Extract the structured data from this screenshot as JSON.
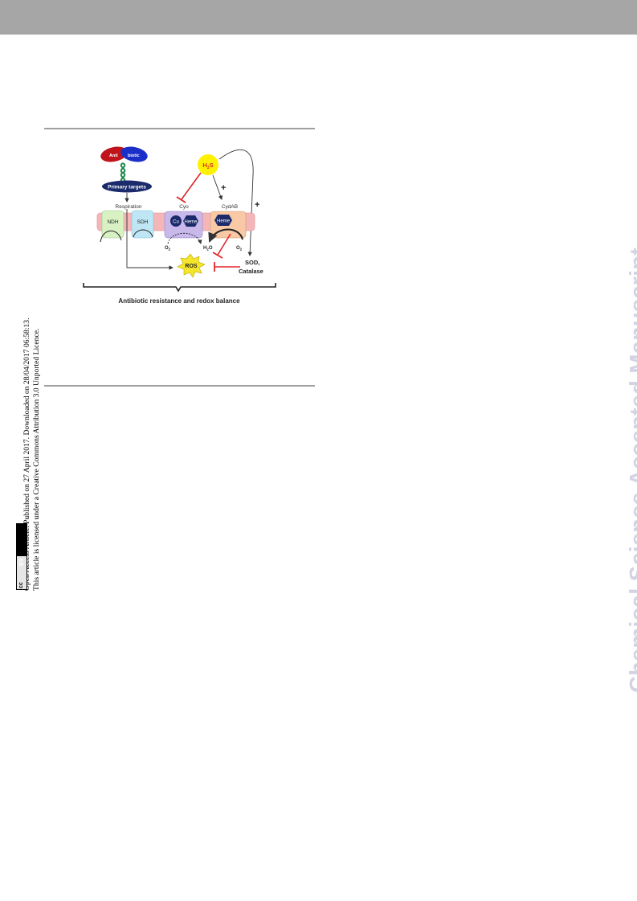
{
  "header": {
    "bar_color": "#a6a6a6"
  },
  "side_notice": {
    "line1": "Open Access Article. Published on 27 April 2017. Downloaded on 28/04/2017 06:58:13.",
    "line2": "This article is licensed under a Creative Commons Attribution 3.0 Unported Licence.",
    "badge_cc": "cc",
    "badge_by": "BY"
  },
  "watermark": {
    "text": "Chemical Science Accepted Manuscript",
    "color": "#d3d3e3"
  },
  "figure": {
    "antibiotic_left": "Anti",
    "antibiotic_right": "biotic",
    "primary_targets": "Primary targets",
    "respiration": "Respiration",
    "h2s_main": "H",
    "h2s_sub": "2",
    "h2s_tail": "S",
    "cyo_label": "Cyo",
    "cydab_label": "CydAB",
    "ndh": "NDH",
    "sdh": "SDH",
    "cu": "Cu",
    "heme1": "Heme",
    "heme2": "Heme",
    "o2_left_main": "O",
    "o2_left_sub": "2",
    "h2o_main": "H",
    "h2o_sub": "2",
    "h2o_tail": "O",
    "o2_right_main": "O",
    "o2_right_sub": "2",
    "ros": "ROS",
    "sod": "SOD,",
    "catalase": "Catalase",
    "plus1": "+",
    "plus2": "+",
    "caption": "Antibiotic resistance and redox balance",
    "colors": {
      "anti_red": "#c0141c",
      "biotic_blue": "#1a2fc8",
      "navy": "#1b2a6b",
      "h2s_yellow": "#fff200",
      "inhibit_red": "#e0252a",
      "membrane_pink": "#f4b6b8",
      "ndh_green": "#d9f2c4",
      "sdh_blue": "#bfe6f5",
      "cyo_purple": "#c9b8ea",
      "cydab_peach": "#f8c9a4",
      "ros_yellow": "#f5e62a"
    }
  }
}
